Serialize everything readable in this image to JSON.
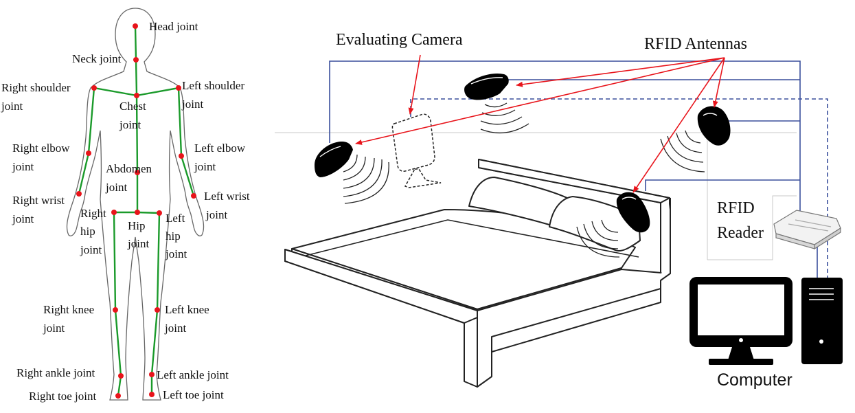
{
  "joints": {
    "head": [
      "Head joint"
    ],
    "neck": [
      "Neck joint"
    ],
    "right_shoulder": [
      "Right shoulder",
      "joint"
    ],
    "left_shoulder": [
      "Left shoulder",
      "joint"
    ],
    "chest": [
      "Chest",
      "joint"
    ],
    "right_elbow": [
      "Right elbow",
      "joint"
    ],
    "left_elbow": [
      "Left elbow",
      "joint"
    ],
    "abdomen": [
      "Abdomen",
      "joint"
    ],
    "right_wrist": [
      "Right wrist",
      "joint"
    ],
    "left_wrist": [
      "Left wrist",
      "joint"
    ],
    "right_hip": [
      "Right",
      "hip",
      "joint"
    ],
    "hip": [
      "Hip",
      "joint"
    ],
    "left_hip": [
      "Left",
      "hip",
      "joint"
    ],
    "right_knee": [
      "Right knee",
      "joint"
    ],
    "left_knee": [
      "Left knee",
      "joint"
    ],
    "right_ankle": [
      "Right ankle joint"
    ],
    "left_ankle": [
      "Left ankle joint"
    ],
    "right_toe": [
      "Right toe joint"
    ],
    "left_toe": [
      "Left toe joint"
    ]
  },
  "setup": {
    "camera_label": "Evaluating Camera",
    "antennas_label": "RFID Antennas",
    "reader_label": [
      "RFID",
      "Reader"
    ],
    "computer_label": "Computer"
  },
  "colors": {
    "joint_dot": "#e8141b",
    "skeleton": "#1a9a2a",
    "arrow": "#e8141b",
    "cable": "#3a4f9c"
  }
}
